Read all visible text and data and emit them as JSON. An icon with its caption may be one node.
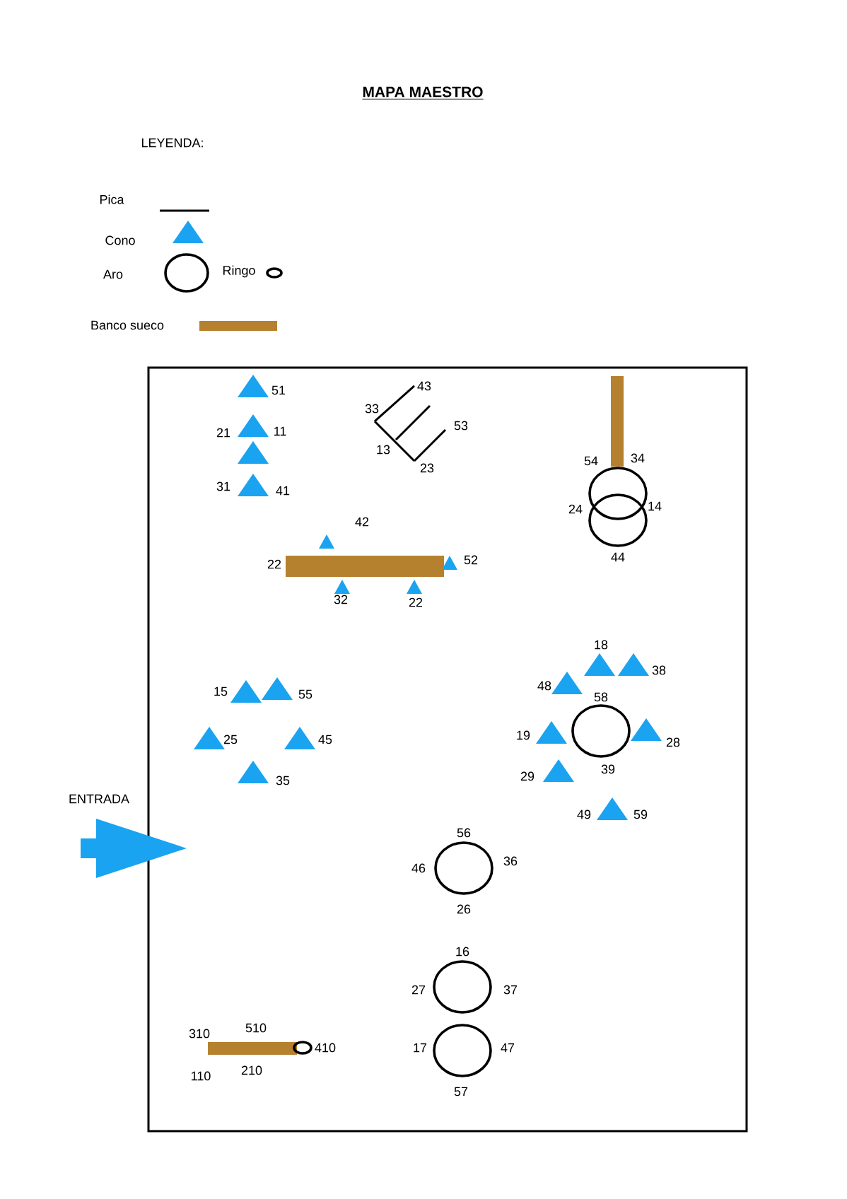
{
  "diagram": {
    "title": "MAPA MAESTRO",
    "labels": [
      "LEYENDA:",
      "51",
      "43",
      "33",
      "21",
      "11",
      "53",
      "13",
      "54",
      "34",
      "23",
      "31",
      "41",
      "24",
      "14",
      "42",
      "22",
      "52",
      "44",
      "32",
      "22",
      "18",
      "38",
      "15",
      "55",
      "48",
      "58",
      "25",
      "45",
      "19",
      "28",
      "35",
      "29",
      "39",
      "ENTRADA",
      "49",
      "59",
      "56",
      "46",
      "36",
      "26",
      "16",
      "27",
      "37",
      "310",
      "510",
      "410",
      "17",
      "47",
      "110",
      "210",
      "57"
    ],
    "legend": [
      {
        "text": "Pica"
      },
      {
        "text": "Cono"
      },
      {
        "text": "Aro"
      },
      {
        "text": "Ringo"
      },
      {
        "text": "Banco sueco",
        "color": "#b5812f"
      }
    ]
  }
}
